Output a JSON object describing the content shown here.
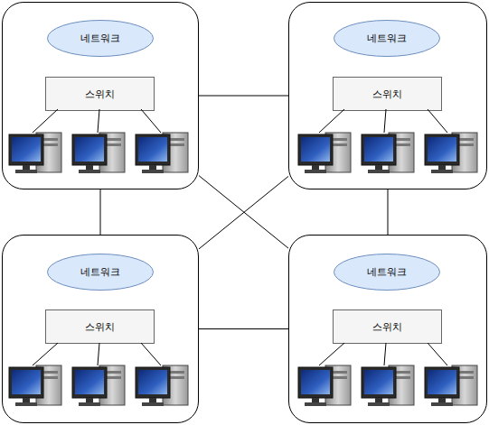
{
  "diagram": {
    "nodes": [
      {
        "text": []
      },
      {
        "text": [
          "네트워크"
        ],
        "in": 0
      },
      {
        "text": [
          "스위치"
        ],
        "in": 0
      },
      {
        "text": []
      },
      {
        "text": [
          "네트워크"
        ],
        "in": 3
      },
      {
        "text": [
          "스위치"
        ],
        "in": 3
      },
      {
        "text": []
      },
      {
        "text": [
          "네트워크"
        ],
        "in": 6
      },
      {
        "text": [
          "스위치"
        ],
        "in": 6
      },
      {
        "text": []
      },
      {
        "text": [
          "네트워크"
        ],
        "in": 9
      },
      {
        "text": [
          "스위치"
        ],
        "in": 9
      }
    ],
    "edges": [
      {
        "from": 0,
        "to": 3,
        "arrow": "none"
      },
      {
        "from": 0,
        "to": 6,
        "arrow": "none"
      },
      {
        "from": 3,
        "to": 9,
        "arrow": "none"
      },
      {
        "from": 6,
        "to": 9,
        "arrow": "none"
      },
      {
        "from": 0,
        "to": 9,
        "arrow": "none"
      },
      {
        "from": 3,
        "to": 6,
        "arrow": "none"
      }
    ]
  }
}
